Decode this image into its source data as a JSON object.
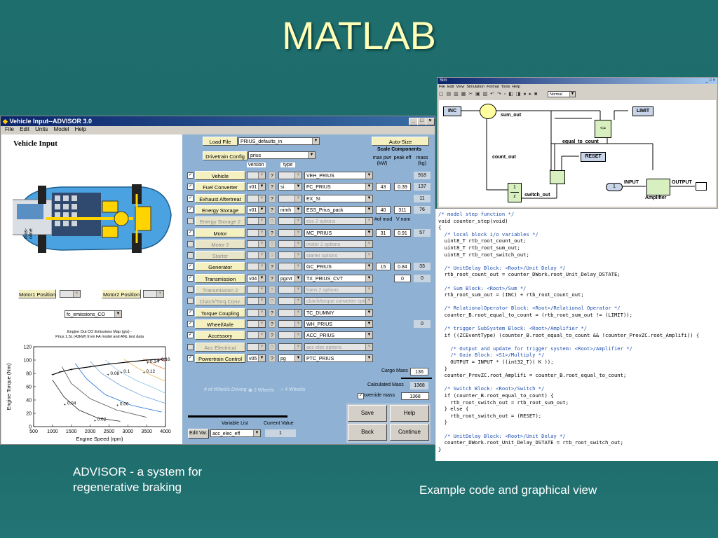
{
  "slide": {
    "title": "MATLAB",
    "caption_left": "ADVISOR - a system for regenerative braking",
    "caption_right": "Example code and graphical view"
  },
  "advisor": {
    "window_title": "Vehicle Input--ADVISOR 3.0",
    "menu": [
      "File",
      "Edit",
      "Units",
      "Model",
      "Help"
    ],
    "heading": "Vehicle Input",
    "gasoline_label": "Gas-oline",
    "motor1_position": "Motor1 Position",
    "motor2_position": "Motor2 Position",
    "emissions_select": "fc_emissions_CO",
    "load_file": "Load File",
    "load_file_value": "PRIUS_defaults_in",
    "drivetrain_config": "Drivetrain Config",
    "drivetrain_value": "prius",
    "version_header": "version",
    "type_header": "type",
    "auto_size": "Auto-Size",
    "scale_components": "Scale Components",
    "col_max_pwr": "max pwr (kW)",
    "col_peak_eff": "peak eff",
    "col_mass": "mass (kg)",
    "num_mod_label": "#of mod",
    "v_nom_label": "V nom",
    "components": [
      {
        "label": "Vehicle",
        "enabled": true,
        "version": "",
        "type": "",
        "value": "VEH_PRIUS",
        "mass": "918"
      },
      {
        "label": "Fuel Converter",
        "enabled": true,
        "version": "v01",
        "type": "si",
        "value": "FC_PRIUS",
        "pwr": "43",
        "eff": "0.39",
        "mass": "137"
      },
      {
        "label": "Exhaust Aftertreat",
        "enabled": true,
        "version": "",
        "type": "",
        "value": "EX_SI",
        "mass": "11"
      },
      {
        "label": "Energy Storage",
        "enabled": true,
        "version": "v01",
        "type": "nimh",
        "value": "ESS_Prius_pack",
        "pwr": "40",
        "eff": "311",
        "mass": "76"
      },
      {
        "label": "Energy Storage 2",
        "enabled": false,
        "version": "",
        "type": "",
        "value": "ess 2 options"
      },
      {
        "label": "Motor",
        "enabled": true,
        "version": "",
        "type": "",
        "value": "MC_PRIUS",
        "pwr": "31",
        "eff": "0.91",
        "mass": "57"
      },
      {
        "label": "Motor 2",
        "enabled": false,
        "version": "",
        "type": "",
        "value": "motor 2 options"
      },
      {
        "label": "Starter",
        "enabled": false,
        "version": "",
        "type": "",
        "value": "starter options"
      },
      {
        "label": "Generator",
        "enabled": true,
        "version": "",
        "type": "",
        "value": "GC_PRIUS",
        "pwr": "15",
        "eff": "0.84",
        "mass": "33"
      },
      {
        "label": "Transmission",
        "enabled": true,
        "version": "v04",
        "type": "pgcvt",
        "value": "TX_PRIUS_CVT",
        "eff": "0",
        "mass": "0"
      },
      {
        "label": "Transmission 2",
        "enabled": false,
        "version": "",
        "type": "",
        "value": "trans 2 options"
      },
      {
        "label": "Clutch/Torq Conv.",
        "enabled": false,
        "version": "",
        "type": "",
        "value": "clutch/torque converter optio"
      },
      {
        "label": "Torque Coupling",
        "enabled": true,
        "version": "",
        "type": "",
        "value": "TC_DUMMY"
      },
      {
        "label": "Wheel/Axle",
        "enabled": true,
        "version": "",
        "type": "",
        "value": "WH_PRIUS",
        "mass": "0"
      },
      {
        "label": "Accessory",
        "enabled": true,
        "version": "",
        "type": "",
        "value": "ACC_PRIUS"
      },
      {
        "label": "Acc Electrical",
        "enabled": false,
        "version": "",
        "type": "",
        "value": "acc elec options"
      },
      {
        "label": "Powertrain Control",
        "enabled": true,
        "version": "v05",
        "type": "pg",
        "value": "PTC_PRIUS"
      }
    ],
    "cargo_mass_label": "Cargo Mass",
    "cargo_mass": "136",
    "calc_mass_label": "Calculated Mass",
    "calc_mass": "1368",
    "override_mass_label": "override mass",
    "override_mass": "1368",
    "wheels_driving_label": "# of Wheels Driving",
    "opt_2wheels": "2 Wheels",
    "opt_4wheels": "4 Wheels",
    "variable_list": "Variable List",
    "current_value": "Current Value",
    "edit_var": "Edit Var.",
    "var_select": "acc_elec_eff",
    "var_value": "1",
    "buttons": {
      "save": "Save",
      "help": "Help",
      "back": "Back",
      "continue": "Continue"
    }
  },
  "chart_data": {
    "type": "line",
    "title": "Engine Out CO Emissions Map (g/s) - Prius 1.5L (43kW) from FA model and ANL test data",
    "xlabel": "Engine Speed (rpm)",
    "ylabel": "Engine Torque (Nm)",
    "xlim": [
      500,
      4000
    ],
    "ylim": [
      0,
      120
    ],
    "xticks": [
      "500",
      "1000",
      "1500",
      "2000",
      "2500",
      "3000",
      "3500",
      "4000"
    ],
    "yticks": [
      "0",
      "20",
      "40",
      "60",
      "80",
      "100",
      "120"
    ],
    "max_torque_curve": {
      "x": [
        1000,
        1200,
        1500,
        2000,
        2500,
        3000,
        3500,
        4000
      ],
      "y": [
        78,
        82,
        86,
        90,
        94,
        97,
        100,
        102
      ]
    },
    "contours": [
      {
        "label": "0.02",
        "x": [
          1000,
          1300,
          1700,
          2200,
          2800
        ],
        "y": [
          70,
          45,
          25,
          13,
          8
        ]
      },
      {
        "label": "0.04",
        "x": [
          1250,
          1500,
          2000,
          2700,
          3500
        ],
        "y": [
          90,
          65,
          42,
          25,
          14
        ]
      },
      {
        "label": "0.06",
        "x": [
          1600,
          1900,
          2400,
          3100,
          3900
        ],
        "y": [
          95,
          72,
          48,
          32,
          22
        ]
      },
      {
        "label": "0.08",
        "x": [
          2000,
          2300,
          2800,
          3400,
          4000
        ],
        "y": [
          98,
          80,
          62,
          46,
          35
        ]
      },
      {
        "label": "0.1",
        "x": [
          2400,
          2700,
          3200,
          3700,
          4000
        ],
        "y": [
          100,
          86,
          70,
          58,
          50
        ]
      },
      {
        "label": "0.12",
        "x": [
          2900,
          3200,
          3600,
          4000
        ],
        "y": [
          101,
          90,
          78,
          68
        ]
      },
      {
        "label": "0.14",
        "x": [
          3400,
          3700,
          4000
        ],
        "y": [
          102,
          93,
          86
        ]
      },
      {
        "label": "0.16",
        "x": [
          3800,
          4000
        ],
        "y": [
          102,
          98
        ]
      }
    ],
    "annotations": [
      {
        "label": "0.02",
        "x": 2150,
        "y": 9
      },
      {
        "label": "0.04",
        "x": 1350,
        "y": 33
      },
      {
        "label": "0.06",
        "x": 2750,
        "y": 32
      },
      {
        "label": "0.08",
        "x": 2500,
        "y": 78
      },
      {
        "label": "0.1",
        "x": 2850,
        "y": 81
      },
      {
        "label": "0.12",
        "x": 3450,
        "y": 81
      },
      {
        "label": "0.14",
        "x": 3550,
        "y": 96
      },
      {
        "label": "0.16",
        "x": 3850,
        "y": 99
      }
    ]
  },
  "simulink": {
    "window_title": "Sim",
    "menu": [
      "File",
      "Edit",
      "View",
      "Simulation",
      "Format",
      "Tools",
      "Help"
    ],
    "mode_select": "Normal",
    "blocks": {
      "inc": "INC",
      "sum_out": "sum_out",
      "limit": "LIMIT",
      "cmp": "<=",
      "equal_to_count": "equal_to_count",
      "reset": "RESET",
      "count_out": "count_out",
      "unit_delay_num": "1",
      "unit_delay_den": "z",
      "switch_out": "switch_out",
      "inport_num": "1",
      "input": "INPUT",
      "output": "OUTPUT",
      "amplifier": "Amplifier"
    }
  },
  "code_lines": [
    {
      "t": "/* model step function */",
      "c": true
    },
    {
      "t": "void counter_step(void)",
      "c": false
    },
    {
      "t": "{",
      "c": false
    },
    {
      "t": "  /* local block i/o variables */",
      "c": true
    },
    {
      "t": "  uint8_T rtb_root_count_out;",
      "c": false
    },
    {
      "t": "  uint8_T rtb_root_sum_out;",
      "c": false
    },
    {
      "t": "  uint8_T rtb_root_switch_out;",
      "c": false
    },
    {
      "t": "",
      "c": false
    },
    {
      "t": "  /* UnitDelay Block: <Root>/Unit Delay */",
      "c": true
    },
    {
      "t": "  rtb_root_count_out = counter_DWork.root_Unit_Delay_DSTATE;",
      "c": false
    },
    {
      "t": "",
      "c": false
    },
    {
      "t": "  /* Sum Block: <Root>/Sum */",
      "c": true
    },
    {
      "t": "  rtb_root_sum_out = (INC) + rtb_root_count_out;",
      "c": false
    },
    {
      "t": "",
      "c": false
    },
    {
      "t": "  /* RelationalOperator Block: <Root>/Relational Operator */",
      "c": true
    },
    {
      "t": "  counter_B.root_equal_to_count = (rtb_root_sum_out != (LIMIT));",
      "c": false
    },
    {
      "t": "",
      "c": false
    },
    {
      "t": "  /* trigger SubSystem Block: <Root>/Amplifier */",
      "c": true
    },
    {
      "t": "  if ((ZCEventType) (counter_B.root_equal_to_count && !counter_PrevZC.root_Amplifi)) {",
      "c": false
    },
    {
      "t": "",
      "c": false
    },
    {
      "t": "    /* Output and update for trigger system: <Root>/Amplifier */",
      "c": true
    },
    {
      "t": "    /* Gain Block: <S1>/Multiply */",
      "c": true
    },
    {
      "t": "    OUTPUT = INPUT * ((int32_T)( K ));",
      "c": false
    },
    {
      "t": "  }",
      "c": false
    },
    {
      "t": "  counter_PrevZC.root_Amplifi = counter_B.root_equal_to_count;",
      "c": false
    },
    {
      "t": "",
      "c": false
    },
    {
      "t": "  /* Switch Block: <Root>/Switch */",
      "c": true
    },
    {
      "t": "  if (counter_B.root_equal_to_count) {",
      "c": false
    },
    {
      "t": "    rtb_root_switch_out = rtb_root_sum_out;",
      "c": false
    },
    {
      "t": "  } else {",
      "c": false
    },
    {
      "t": "    rtb_root_switch_out = (RESET);",
      "c": false
    },
    {
      "t": "  }",
      "c": false
    },
    {
      "t": "",
      "c": false
    },
    {
      "t": "  /* UnitDelay Block: <Root>/Unit Delay */",
      "c": true
    },
    {
      "t": "  counter_DWork.root_Unit_Delay_DSTATE = rtb_root_switch_out;",
      "c": false
    },
    {
      "t": "}",
      "c": false
    }
  ]
}
